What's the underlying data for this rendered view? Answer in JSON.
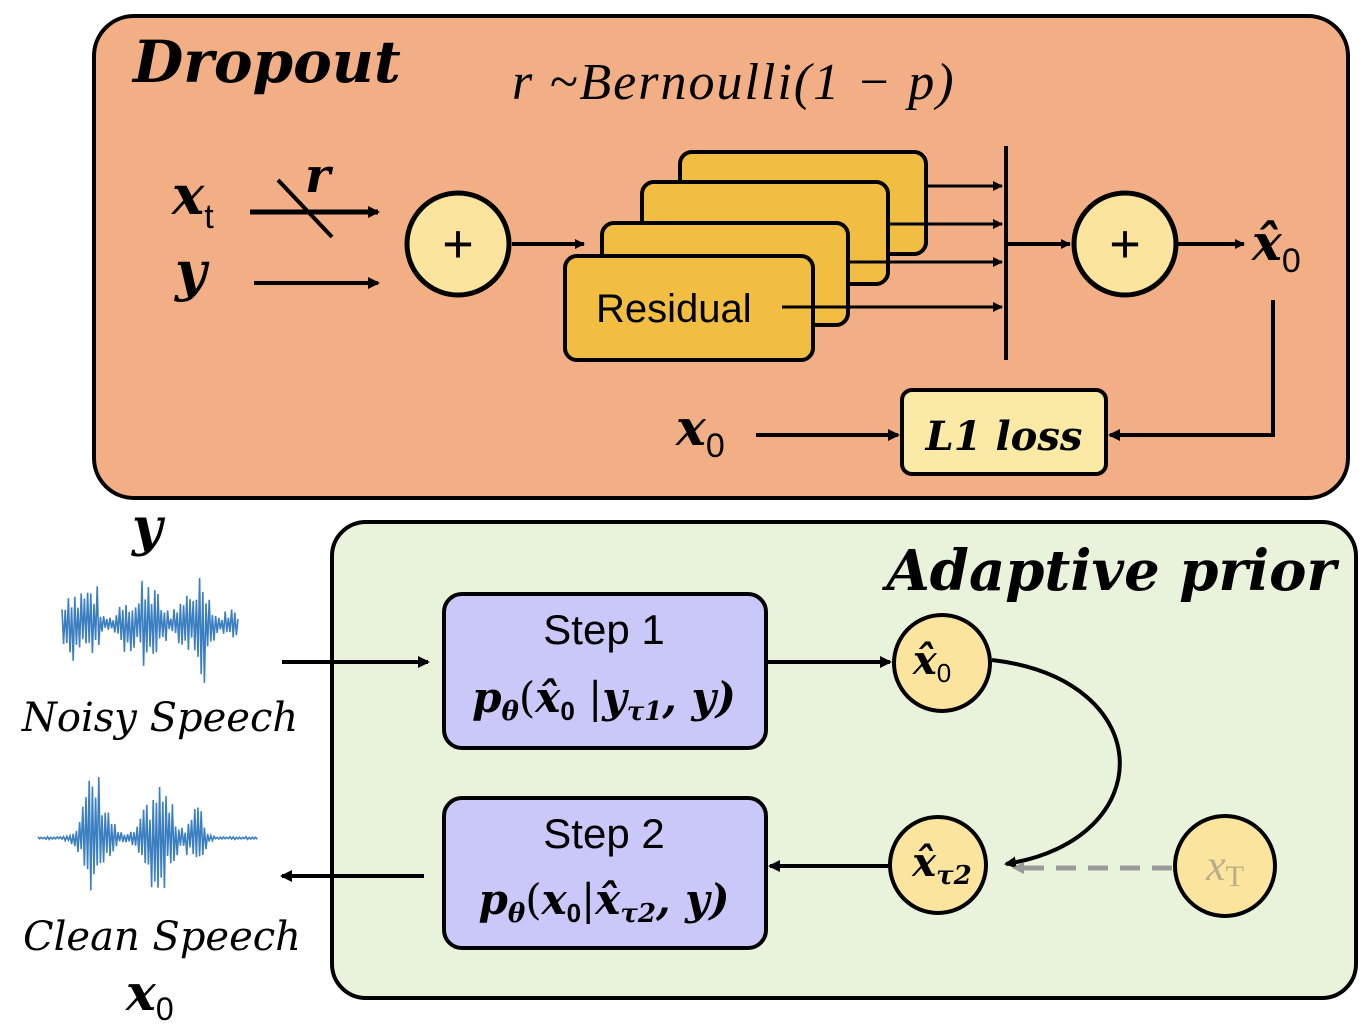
{
  "dropout": {
    "title": "Dropout",
    "formula": "r ~Bernoulli(1 − p)",
    "input_xt": {
      "base": "x",
      "sub": "t"
    },
    "input_r": "r",
    "input_y": "y",
    "plus_symbol": "+",
    "residual_label": "Residual",
    "output_x0hat": {
      "base": "x̂",
      "sub": "0"
    },
    "target_x0": {
      "base": "x",
      "sub": "0"
    },
    "loss_label": "L1 loss"
  },
  "adaptive": {
    "title": "Adaptive prior",
    "step1": {
      "title": "Step 1",
      "formula": {
        "p": "p",
        "theta": "θ",
        "open": "(",
        "x": "x̂",
        "x_sub": "0",
        "bar": " |",
        "y1": "y",
        "y1_sub": "τ1",
        "rest": ", y)"
      }
    },
    "step2": {
      "title": "Step 2",
      "formula": {
        "p": "p",
        "theta": "θ",
        "open": "(",
        "x": "x",
        "x_sub": "0",
        "bar": "|",
        "x2": "x̂",
        "x2_sub": "τ2",
        "rest": ", y)"
      }
    },
    "node_x0hat": {
      "base": "x̂",
      "sub": "0"
    },
    "node_xtau2": {
      "base": "x̂",
      "sub": "τ2"
    },
    "node_xT": {
      "base": "x",
      "sub": "T"
    }
  },
  "signals": {
    "noisy_symbol": "y",
    "noisy_label": "Noisy Speech",
    "clean_label": "Clean Speech",
    "clean_symbol": {
      "base": "x",
      "sub": "0"
    }
  },
  "colors": {
    "dropout_bg": "#F2AE84",
    "adaptive_bg": "#E9F3DC",
    "residual_fill": "#F2BE42",
    "circle_fill": "#FBE49E",
    "loss_fill": "#FBE9A6",
    "step_fill": "#C9C8F9",
    "wave": "#3C7FC0",
    "xT_text": "#B9AD8A",
    "dashed_arrow": "#9A9A9A"
  }
}
